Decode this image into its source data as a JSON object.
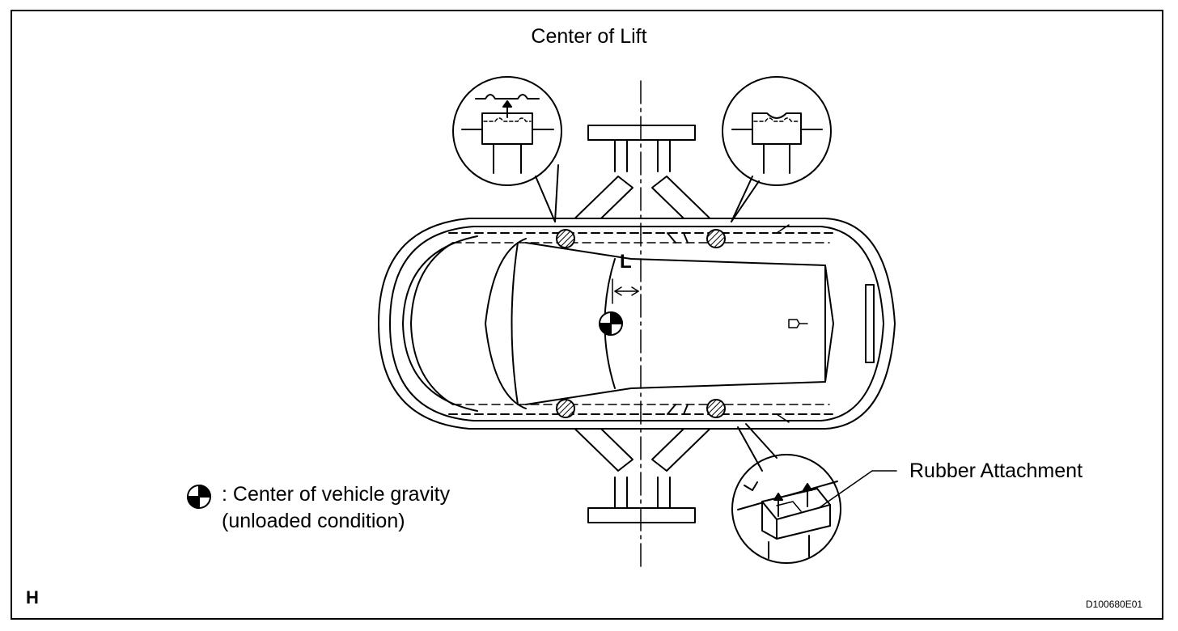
{
  "diagram": {
    "title": "Center of Lift",
    "dimension_label": "L",
    "callout_label": "Rubber Attachment",
    "legend": {
      "symbol_icon": "center-of-gravity-icon",
      "line1": ": Center of vehicle gravity",
      "line2": "(unloaded condition)"
    },
    "corner_letter": "H",
    "figure_code": "D100680E01"
  }
}
